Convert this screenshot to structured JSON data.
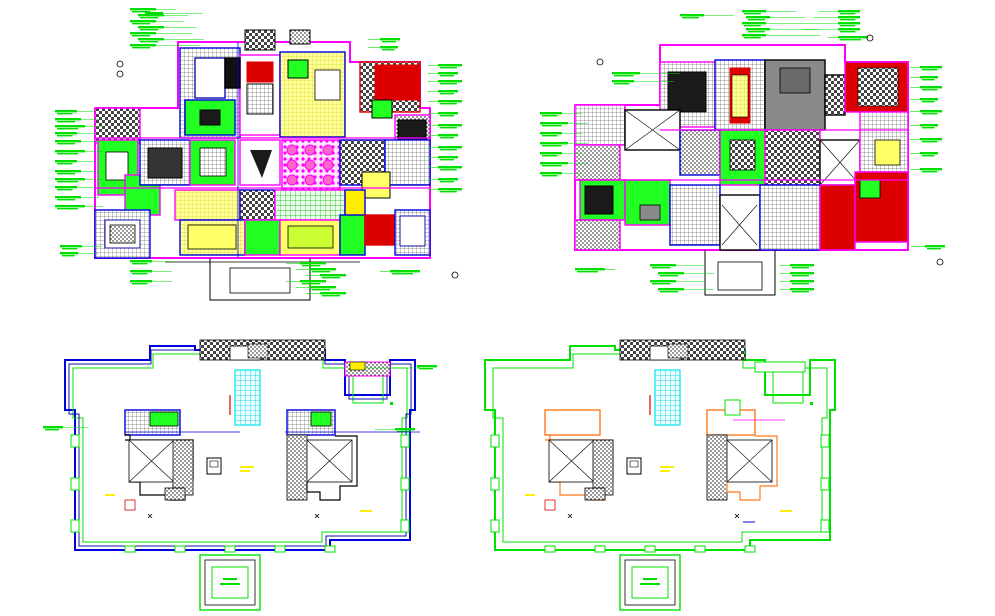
{
  "colors": {
    "background": "#ffffff",
    "green": "#00e000",
    "bright_green": "#22ff22",
    "magenta": "#ff00ff",
    "blue": "#0000dd",
    "dark_blue": "#1010aa",
    "red": "#dd0000",
    "cyan": "#00e5ee",
    "yellow": "#ffee00",
    "black": "#000000",
    "gray": "#8a8a8a",
    "orange": "#ff7a1a",
    "pink": "#ff66cc",
    "dark_green": "#007a00",
    "light_yellow": "#ffff66"
  },
  "drawings": [
    {
      "id": "plan-top-left",
      "kind": "detailed-floor-plan"
    },
    {
      "id": "plan-top-right",
      "kind": "detailed-floor-plan"
    },
    {
      "id": "plan-bottom-left",
      "kind": "roof-plan"
    },
    {
      "id": "plan-bottom-right",
      "kind": "roof-plan"
    }
  ]
}
